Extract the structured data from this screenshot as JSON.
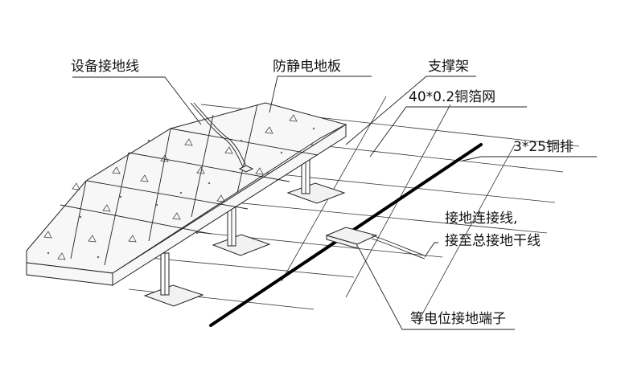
{
  "labels": {
    "equipment_ground_wire": "设备接地线",
    "antistatic_floor": "防静电地板",
    "support_frame": "支撑架",
    "copper_foil_mesh": "40*0.2铜箔网",
    "copper_busbar": "3*25铜排",
    "ground_connect_wire_1": "接地连接线,",
    "ground_connect_wire_2": "接至总接地干线",
    "equipotential_terminal": "等电位接地端子"
  }
}
